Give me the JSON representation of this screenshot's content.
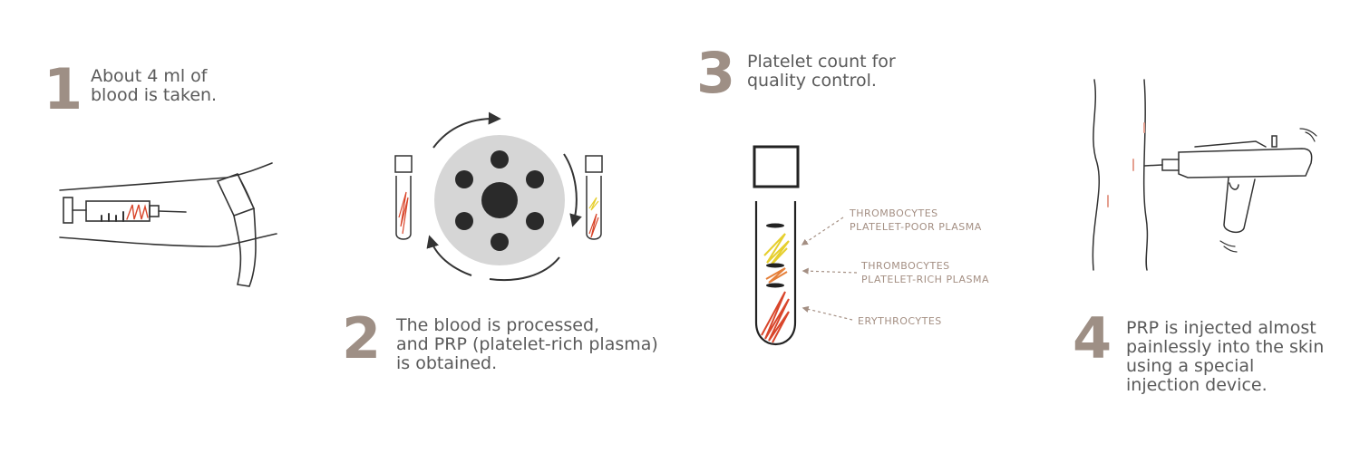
{
  "steps": [
    {
      "number": "1",
      "text": "About 4 ml of\nblood is taken."
    },
    {
      "number": "2",
      "text": "The blood is processed,\nand PRP (platelet-rich plasma)\nis obtained."
    },
    {
      "number": "3",
      "text": "Platelet count for\nquality control."
    },
    {
      "number": "4",
      "text": "PRP is injected almost\npainlessly into the skin\nusing a special\ninjection device."
    }
  ],
  "labels": {
    "poor": "THROMBOCYTES\nPLATELET-POOR PLASMA",
    "rich": "THROMBOCYTES\nPLATELET-RICH PLASMA",
    "ery": "ERYTHROCYTES"
  },
  "colors": {
    "number": "#9e8f85",
    "label": "#a48f83",
    "red": "#d9462b",
    "yellow": "#e6cf2e",
    "orange": "#e5803a",
    "disk": "#d6d6d6"
  }
}
